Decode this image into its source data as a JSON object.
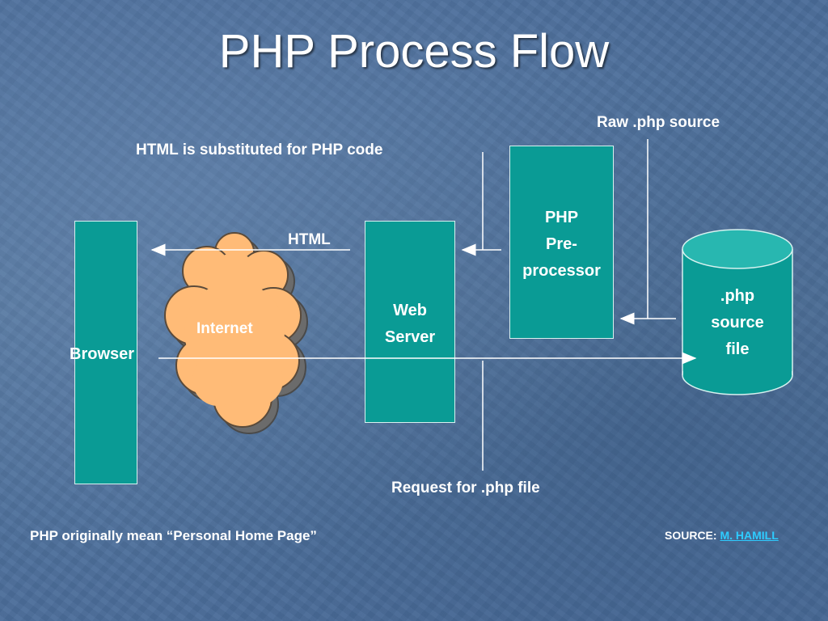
{
  "title": "PHP Process Flow",
  "nodes": {
    "browser": "Browser",
    "internet": "Internet",
    "web_server": [
      "Web",
      "Server"
    ],
    "preprocessor": [
      "PHP",
      "Pre-",
      "processor"
    ],
    "php_file": [
      ".php",
      "source",
      "file"
    ]
  },
  "edge_labels": {
    "html_substituted": "HTML is substituted for PHP code",
    "html": "HTML",
    "raw_source": "Raw .php source",
    "request": "Request for .php file"
  },
  "footnote": "PHP originally mean “Personal Home Page”",
  "source": {
    "prefix": "SOURCE:",
    "link_text": "M. HAMILL"
  },
  "colors": {
    "background": "#4d6f9c",
    "box_fill": "#0a9b95",
    "cloud_fill": "#ffbb77",
    "link": "#2ecbff"
  }
}
